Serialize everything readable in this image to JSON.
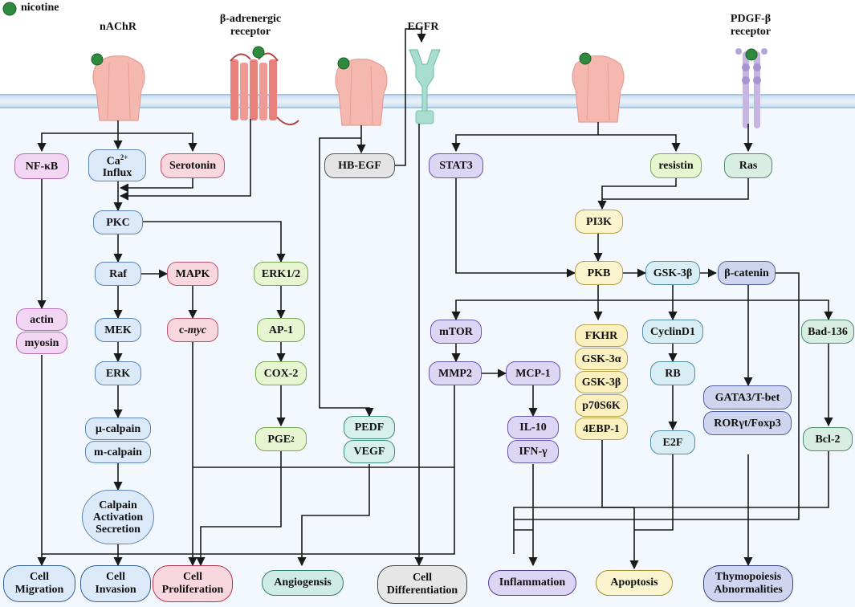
{
  "legend": {
    "label": "nicotine",
    "color": "#2e8b3e"
  },
  "receptors": {
    "nachr": "nAChR",
    "beta_adrenergic": [
      "β-adrenergic",
      "receptor"
    ],
    "egfr": "EGFR",
    "pdgf": [
      "PDGF-β",
      "receptor"
    ]
  },
  "nodes": {
    "nfkb": "NF-κB",
    "ca_pre": "Ca",
    "ca_sup": "2+",
    "ca_post": "Influx",
    "serotonin": "Serotonin",
    "hbegf": "HB-EGF",
    "stat3": "STAT3",
    "resistin": "resistin",
    "ras": "Ras",
    "pkc": "PKC",
    "pi3k": "PI3K",
    "raf": "Raf",
    "mapk": "MAPK",
    "erk12": "ERK1/2",
    "pkb": "PKB",
    "gsk3b": "GSK-3β",
    "bcatenin": "β-catenin",
    "actin": "actin",
    "myosin": "myosin",
    "mek": "MEK",
    "cmyc_pre": "c-",
    "cmyc_it": "myc",
    "ap1": "AP-1",
    "mtor": "mTOR",
    "cyclind1": "CyclinD1",
    "bad136": "Bad-136",
    "erk": "ERK",
    "cox2": "COX-2",
    "mmp2": "MMP2",
    "mcp1": "MCP-1",
    "rb": "RB",
    "gata3": "GATA3/T-bet",
    "rorgt": "RORγt/Foxp3",
    "ucalpain": "µ-calpain",
    "mcalpain": "m-calpain",
    "pge_pre": "PGE",
    "pge_sub": "2",
    "pedf": "PEDF",
    "vegf": "VEGF",
    "il10": "IL-10",
    "ifng": "IFN-γ",
    "e2f": "E2F",
    "bcl2": "Bcl-2",
    "calpain": [
      "Calpain",
      "Activation",
      "Secretion"
    ],
    "pkb_targets": [
      "FKHR",
      "GSK-3α",
      "GSK-3β",
      "p70S6K",
      "4EBP-1"
    ]
  },
  "outcomes": {
    "migration": [
      "Cell",
      "Migration"
    ],
    "invasion": [
      "Cell",
      "Invasion"
    ],
    "proliferation": [
      "Cell",
      "Proliferation"
    ],
    "angiogensis": "Angiogensis",
    "differentiation": [
      "Cell",
      "Differentiation"
    ],
    "inflammation": "Inflammation",
    "apoptosis": "Apoptosis",
    "thymopoiesis": [
      "Thymopoiesis",
      "Abnormalities"
    ]
  },
  "colors": {
    "membrane": "#b9d2ea",
    "cytoplasm": "#f2f8fd",
    "receptor": "#f2b3ad",
    "egfr": "#a8ddd0",
    "pdgf": "#b9a6d8"
  }
}
